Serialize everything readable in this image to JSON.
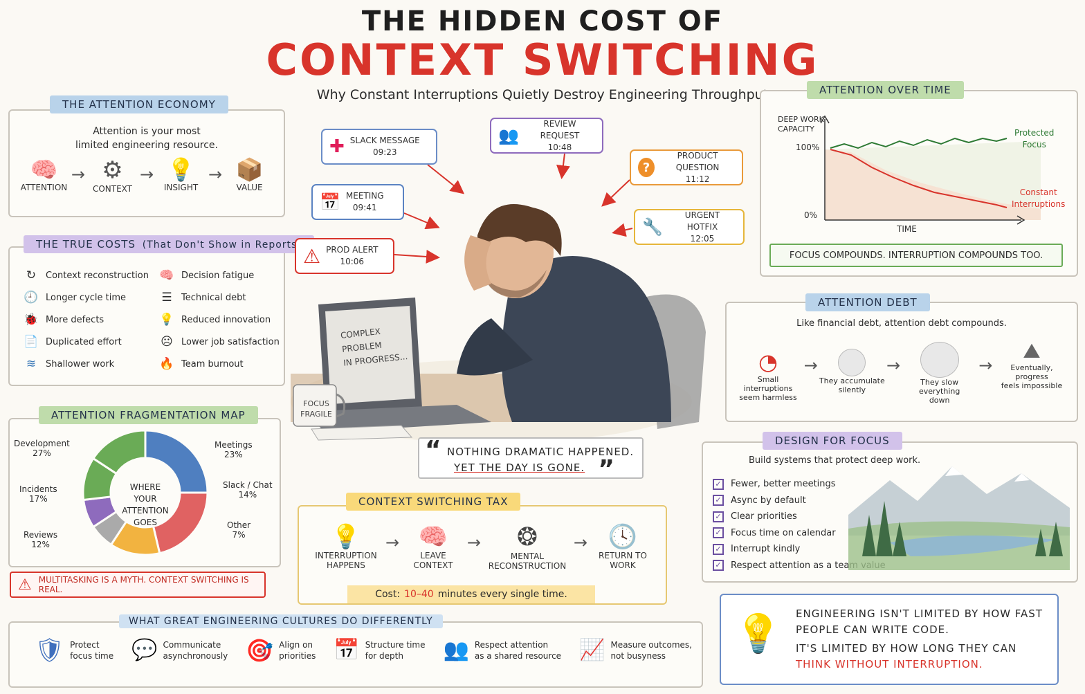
{
  "header": {
    "title_line1": "THE HIDDEN COST OF",
    "title_line2": "CONTEXT SWITCHING",
    "subtitle": "Why Constant Interruptions Quietly Destroy Engineering Throughput"
  },
  "attention_economy": {
    "tag": "THE ATTENTION ECONOMY",
    "intro_line1": "Attention is your most",
    "intro_line2": "limited engineering resource.",
    "steps": [
      "ATTENTION",
      "CONTEXT",
      "INSIGHT",
      "VALUE"
    ]
  },
  "true_costs": {
    "tag": "THE TRUE COSTS",
    "tag_sub": "(That Don't Show in Reports)",
    "left": [
      "Context reconstruction",
      "Longer cycle time",
      "More defects",
      "Duplicated effort",
      "Shallower work"
    ],
    "right": [
      "Decision fatigue",
      "Technical debt",
      "Reduced innovation",
      "Lower job satisfaction",
      "Team burnout"
    ]
  },
  "fragmentation": {
    "tag": "ATTENTION FRAGMENTATION MAP",
    "center_line1": "WHERE YOUR",
    "center_line2": "ATTENTION",
    "center_line3": "GOES",
    "labels": [
      {
        "name": "Development",
        "pct": "27%"
      },
      {
        "name": "Meetings",
        "pct": "23%"
      },
      {
        "name": "Slack / Chat",
        "pct": "14%"
      },
      {
        "name": "Other",
        "pct": "7%"
      },
      {
        "name": "Reviews",
        "pct": "12%"
      },
      {
        "name": "Incidents",
        "pct": "17%"
      }
    ],
    "warning": "MULTITASKING IS A MYTH. CONTEXT SWITCHING IS REAL."
  },
  "chart_data": {
    "type": "pie",
    "categories": [
      "Development",
      "Meetings",
      "Slack / Chat",
      "Other",
      "",
      "Reviews",
      "Incidents"
    ],
    "values": [
      27,
      23,
      14,
      7,
      8,
      12,
      17
    ],
    "colors": [
      "#4f7fc0",
      "#e06262",
      "#f2b340",
      "#aaaaaa",
      "#8e6bbd",
      "#6aab56",
      "#6aab56"
    ]
  },
  "interruptions": [
    {
      "label": "SLACK MESSAGE",
      "time": "09:23"
    },
    {
      "label": "REVIEW REQUEST",
      "time": "10:48"
    },
    {
      "label": "PRODUCT QUESTION",
      "time": "11:12"
    },
    {
      "label": "MEETING",
      "time": "09:41"
    },
    {
      "label": "URGENT HOTFIX",
      "time": "12:05"
    },
    {
      "label": "PROD ALERT",
      "time": "10:06"
    }
  ],
  "scene": {
    "screen_line1": "COMPLEX",
    "screen_line2": "PROBLEM",
    "screen_line3": "IN PROGRESS...",
    "mug_line1": "FOCUS",
    "mug_line2": "FRAGILE"
  },
  "quote": {
    "line1": "NOTHING DRAMATIC HAPPENED.",
    "line2": "YET THE DAY IS GONE."
  },
  "tax": {
    "tag": "CONTEXT SWITCHING TAX",
    "steps": [
      {
        "l1": "INTERRUPTION",
        "l2": "HAPPENS"
      },
      {
        "l1": "LEAVE",
        "l2": "CONTEXT"
      },
      {
        "l1": "MENTAL",
        "l2": "RECONSTRUCTION"
      },
      {
        "l1": "RETURN TO",
        "l2": "WORK"
      }
    ],
    "cost_prefix": "Cost:",
    "cost_value": "10–40",
    "cost_suffix": "minutes every single time."
  },
  "attention_time": {
    "tag": "ATTENTION OVER TIME",
    "ylabel_line1": "DEEP WORK",
    "ylabel_line2": "CAPACITY",
    "y_top": "100%",
    "y_bottom": "0%",
    "xlabel": "TIME",
    "protected_line1": "Protected",
    "protected_line2": "Focus",
    "interrupt_line1": "Constant",
    "interrupt_line2": "Interruptions",
    "footer": "FOCUS COMPOUNDS. INTERRUPTION COMPOUNDS TOO."
  },
  "debt": {
    "tag": "ATTENTION DEBT",
    "intro": "Like financial debt, attention debt compounds.",
    "steps": [
      {
        "l1": "Small interruptions",
        "l2": "seem harmless"
      },
      {
        "l1": "They accumulate",
        "l2": "silently"
      },
      {
        "l1": "They slow everything",
        "l2": "down"
      },
      {
        "l1": "Eventually, progress",
        "l2": "feels impossible"
      }
    ]
  },
  "design": {
    "tag": "DESIGN FOR FOCUS",
    "intro": "Build systems that protect deep work.",
    "items": [
      "Fewer, better meetings",
      "Async by default",
      "Clear priorities",
      "Focus time on calendar",
      "Interrupt kindly",
      "Respect attention as a team value"
    ]
  },
  "cultures": {
    "tag": "WHAT GREAT ENGINEERING CULTURES DO DIFFERENTLY",
    "items": [
      {
        "l1": "Protect",
        "l2": "focus time"
      },
      {
        "l1": "Communicate",
        "l2": "asynchronously"
      },
      {
        "l1": "Align on",
        "l2": "priorities"
      },
      {
        "l1": "Structure time",
        "l2": "for depth"
      },
      {
        "l1": "Respect attention",
        "l2": "as a shared resource"
      },
      {
        "l1": "Measure outcomes,",
        "l2": "not busyness"
      }
    ]
  },
  "closing": {
    "line1": "ENGINEERING ISN'T LIMITED BY HOW FAST",
    "line2": "PEOPLE CAN WRITE CODE.",
    "line3": "IT'S LIMITED BY HOW LONG THEY CAN",
    "line4": "THINK WITHOUT INTERRUPTION."
  }
}
